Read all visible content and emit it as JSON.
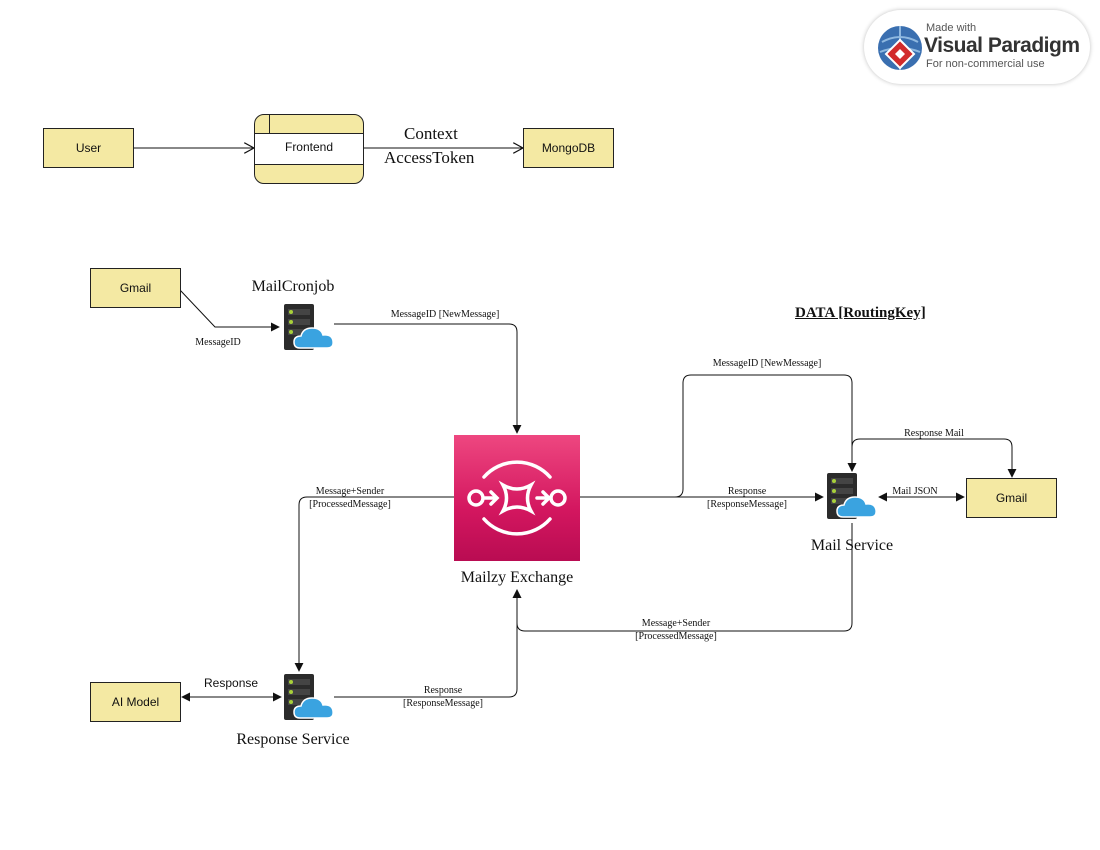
{
  "watermark": {
    "line1": "Made with",
    "line2": "Visual Paradigm",
    "line3": "For non-commercial use"
  },
  "nodes": {
    "user": "User",
    "frontend": "Frontend",
    "mongodb": "MongoDB",
    "gmail_source": "Gmail",
    "gmail_target": "Gmail",
    "ai_model": "AI Model",
    "mail_cronjob": "MailCronjob",
    "mailzy_exchange": "Mailzy Exchange",
    "mail_service": "Mail Service",
    "response_service": "Response Service"
  },
  "edges": {
    "frontend_mongodb_line1": "Context",
    "frontend_mongodb_line2": "AccessToken",
    "gmail_cronjob": "MessageID",
    "cronjob_exchange": "MessageID [NewMessage]",
    "exchange_mail_new": "MessageID [NewMessage]",
    "mail_gmail_response": "Response Mail",
    "mail_gmail_json": "Mail JSON",
    "exchange_mail_response_line1": "Response",
    "exchange_mail_response_line2": "[ResponseMessage]",
    "exchange_response_line1": "Message+Sender",
    "exchange_response_line2": "[ProcessedMessage]",
    "mail_exchange_line1": "Message+Sender",
    "mail_exchange_line2": "[ProcessedMessage]",
    "ai_response": "Response",
    "response_exchange_line1": "Response",
    "response_exchange_line2": "[ResponseMessage]"
  },
  "legend": "DATA [RoutingKey]",
  "colors": {
    "box_fill": "#f4e9a3",
    "exchange_fill": "#d3165f",
    "cloud": "#3aa3e0",
    "server": "#2b2b2b",
    "server_led": "#a8d03a"
  }
}
